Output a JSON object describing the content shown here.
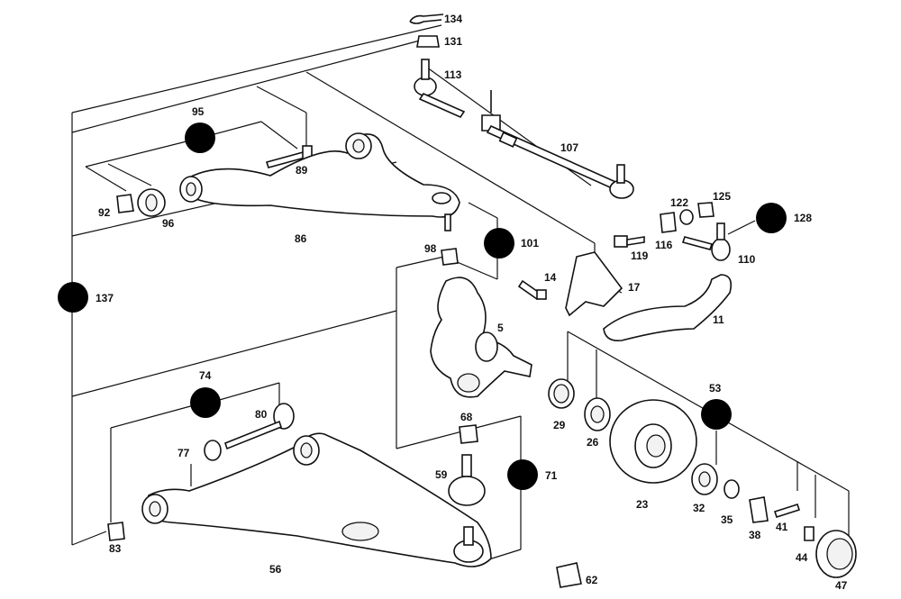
{
  "labels": {
    "l134": "134",
    "l131": "131",
    "l113": "113",
    "l107": "107",
    "l95": "95",
    "l89": "89",
    "l92": "92",
    "l96": "96",
    "l86": "86",
    "l98": "98",
    "l101": "101",
    "l122": "122",
    "l125": "125",
    "l128": "128",
    "l116": "116",
    "l119": "119",
    "l110": "110",
    "l14": "14",
    "l17": "17",
    "l5": "5",
    "l11": "11",
    "l137": "137",
    "l74": "74",
    "l80": "80",
    "l77": "77",
    "l68": "68",
    "l53": "53",
    "l29": "29",
    "l26": "26",
    "l59": "59",
    "l71": "71",
    "l23": "23",
    "l32": "32",
    "l35": "35",
    "l38": "38",
    "l41": "41",
    "l44": "44",
    "l47": "47",
    "l83": "83",
    "l56": "56",
    "l62": "62"
  },
  "icons": {
    "torque_wrench": "wrench-in-circle"
  },
  "colors": {
    "line": "#111111",
    "background": "#ffffff"
  }
}
